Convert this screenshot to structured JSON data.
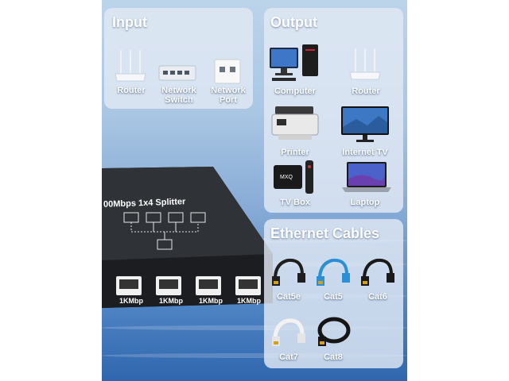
{
  "input": {
    "title": "Input",
    "items": [
      {
        "label": "Router",
        "icon": "router-icon"
      },
      {
        "label": "Network Switch",
        "icon": "network-switch-icon"
      },
      {
        "label": "Network Port",
        "icon": "wall-port-icon"
      }
    ]
  },
  "output": {
    "title": "Output",
    "items": [
      {
        "label": "Computer",
        "icon": "computer-icon"
      },
      {
        "label": "Router",
        "icon": "router-icon"
      },
      {
        "label": "Printer",
        "icon": "printer-icon"
      },
      {
        "label": "Internet TV",
        "icon": "tv-icon"
      },
      {
        "label": "TV Box",
        "icon": "tv-box-icon"
      },
      {
        "label": "Laptop",
        "icon": "laptop-icon"
      }
    ]
  },
  "cables": {
    "title": "Ethernet Cables",
    "items": [
      {
        "label": "Cat5e",
        "color": "#1f1f1f"
      },
      {
        "label": "Cat5",
        "color": "#2b8fd6"
      },
      {
        "label": "Cat6",
        "color": "#1a1a1a"
      },
      {
        "label": "Cat7",
        "color": "#f2f2f2"
      },
      {
        "label": "Cat8",
        "color": "#151515"
      }
    ]
  },
  "device": {
    "title": "00Mbps 1x4 Splitter",
    "ports": [
      "1KMbp",
      "1KMbp",
      "1KMbp",
      "1KMbp"
    ]
  }
}
